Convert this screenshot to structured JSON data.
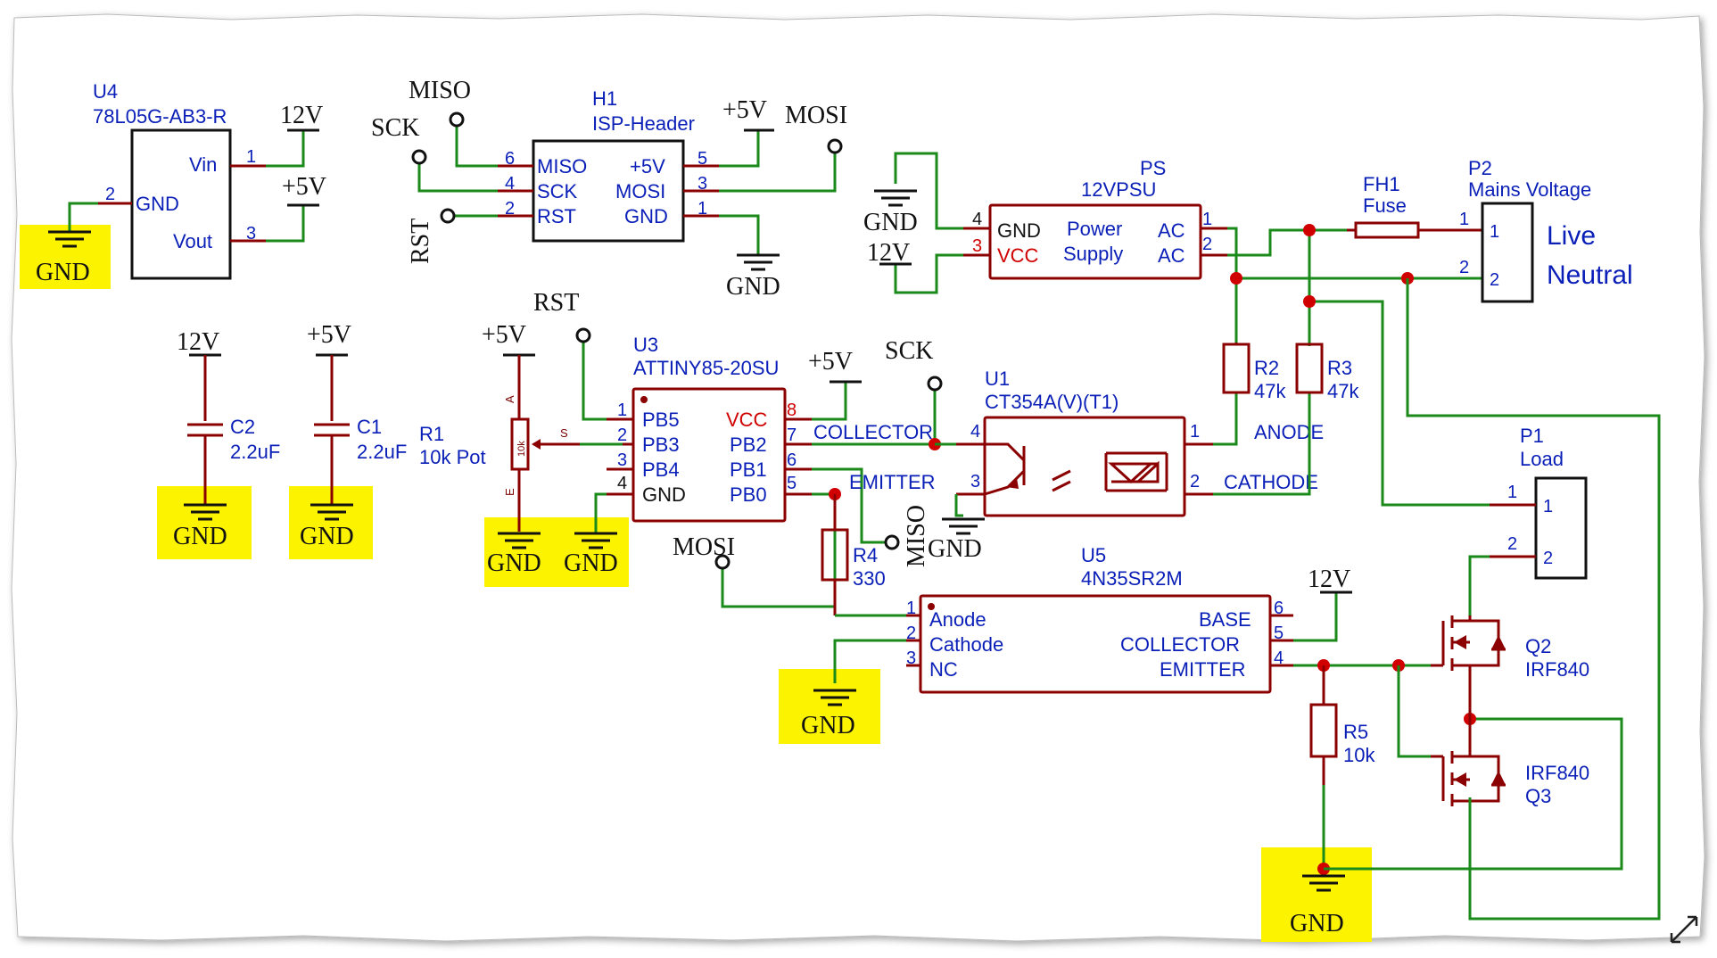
{
  "components": {
    "u4": {
      "ref": "U4",
      "value": "78L05G-AB3-R",
      "pins": {
        "vin": "Vin",
        "gnd": "GND",
        "vout": "Vout"
      },
      "pin_numbers": [
        "1",
        "2",
        "3"
      ]
    },
    "h1": {
      "ref": "H1",
      "value": "ISP-Header",
      "pins": {
        "miso": "MISO",
        "sck": "SCK",
        "rst": "RST",
        "v5": "+5V",
        "mosi": "MOSI",
        "gnd": "GND"
      },
      "pin_numbers": [
        "6",
        "4",
        "2",
        "5",
        "3",
        "1"
      ]
    },
    "ps": {
      "ref": "PS",
      "value": "12VPSU",
      "pins": {
        "gnd": "GND",
        "vcc": "VCC",
        "ac1": "AC",
        "ac2": "AC"
      },
      "body": [
        "Power",
        "Supply"
      ],
      "pin_numbers": [
        "4",
        "3",
        "1",
        "2"
      ]
    },
    "fh1": {
      "ref": "FH1",
      "value": "Fuse"
    },
    "p2": {
      "ref": "P2",
      "value": "Mains Voltage",
      "pin_numbers": [
        "1",
        "2",
        "1",
        "2"
      ],
      "labels": [
        "Live",
        "Neutral"
      ]
    },
    "c2": {
      "ref": "C2",
      "value": "2.2uF"
    },
    "c1": {
      "ref": "C1",
      "value": "2.2uF"
    },
    "r1": {
      "ref": "R1",
      "value": "10k Pot",
      "pin_labels": [
        "A",
        "S",
        "E"
      ],
      "body": "10k"
    },
    "u3": {
      "ref": "U3",
      "value": "ATTINY85-20SU",
      "pins": {
        "pb5": "PB5",
        "pb3": "PB3",
        "pb4": "PB4",
        "gnd": "GND",
        "vcc": "VCC",
        "pb2": "PB2",
        "pb1": "PB1",
        "pb0": "PB0"
      },
      "pin_numbers": [
        "1",
        "2",
        "3",
        "4",
        "8",
        "7",
        "6",
        "5"
      ]
    },
    "u1": {
      "ref": "U1",
      "value": "CT354A(V)(T1)",
      "pin_numbers": [
        "4",
        "3",
        "1",
        "2"
      ],
      "pins": {
        "collector": "COLLECTOR",
        "emitter": "EMITTER",
        "anode": "ANODE",
        "cathode": "CATHODE"
      }
    },
    "r2": {
      "ref": "R2",
      "value": "47k"
    },
    "r3": {
      "ref": "R3",
      "value": "47k"
    },
    "r4": {
      "ref": "R4",
      "value": "330"
    },
    "p1": {
      "ref": "P1",
      "value": "Load",
      "pin_numbers": [
        "1",
        "2",
        "1",
        "2"
      ]
    },
    "u5": {
      "ref": "U5",
      "value": "4N35SR2M",
      "pins": {
        "anode": "Anode",
        "cathode": "Cathode",
        "nc": "NC",
        "base": "BASE",
        "collector": "COLLECTOR",
        "emitter": "EMITTER"
      },
      "pin_numbers": [
        "1",
        "2",
        "3",
        "6",
        "5",
        "4"
      ]
    },
    "q2": {
      "ref": "Q2",
      "value": "IRF840"
    },
    "q3": {
      "ref": "Q3",
      "value": "IRF840"
    },
    "r5": {
      "ref": "R5",
      "value": "10k"
    }
  },
  "net_labels": {
    "v12": "12V",
    "v5": "+5V",
    "gnd": "GND",
    "miso": "MISO",
    "mosi": "MOSI",
    "sck": "SCK",
    "rst": "RST"
  },
  "colors": {
    "wire_green": "#1a8a1a",
    "wire_red": "#8b0000",
    "component": "#8b0000",
    "text_blue": "#0a1fb8",
    "text_red": "#d00000",
    "junction": "#d00000",
    "highlight": "#fbf300"
  },
  "icons": {
    "resize": "resize-arrows-icon",
    "ground": "ground-icon"
  }
}
